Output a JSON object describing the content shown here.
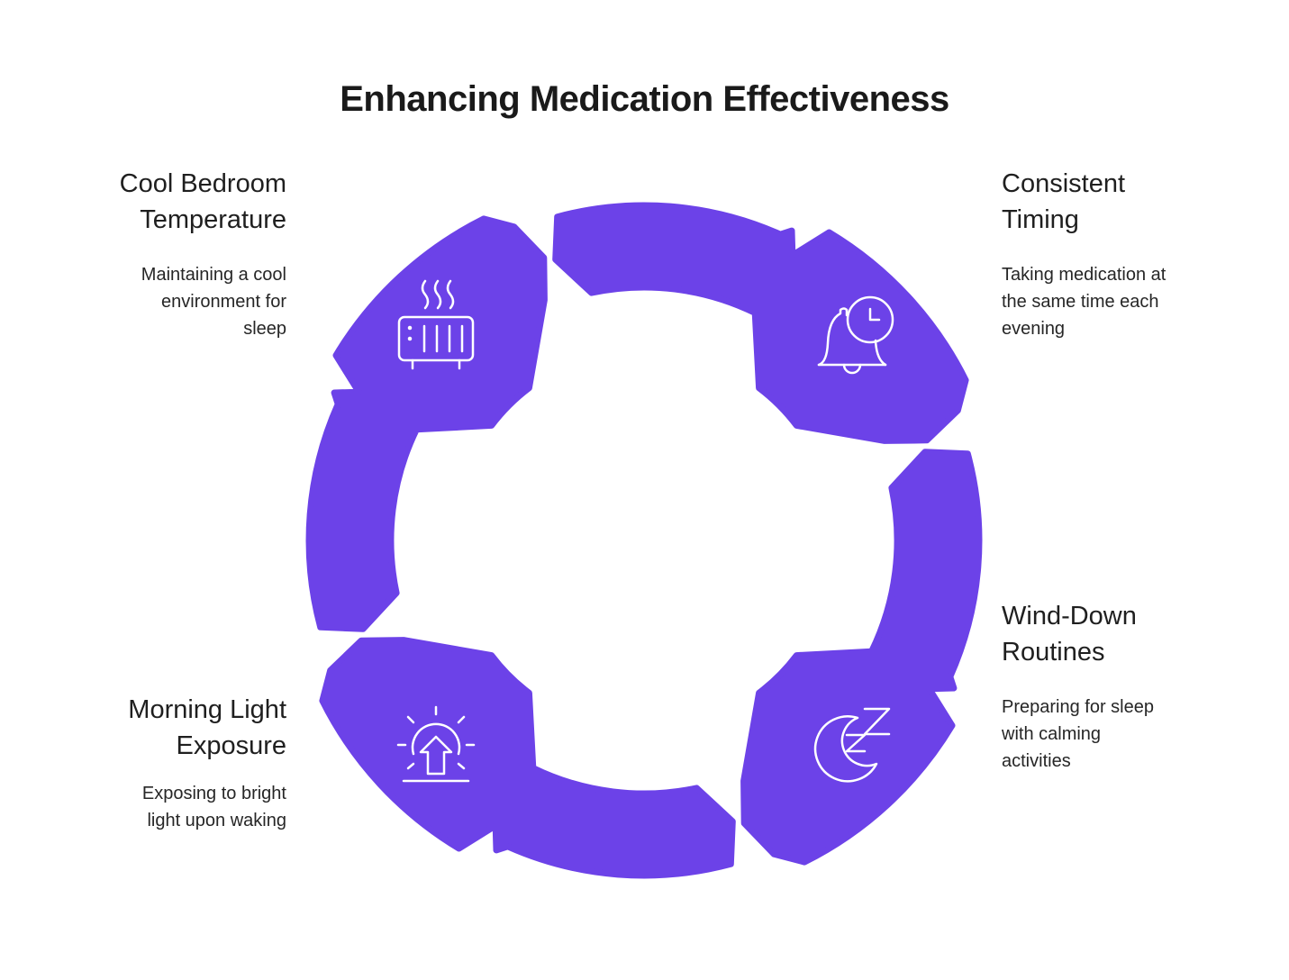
{
  "title": "Enhancing Medication Effectiveness",
  "colors": {
    "ring": "#6C42E8",
    "icon_stroke": "#FFFFFF",
    "title_text": "#1A1A1A",
    "heading_text": "#1F1F1F",
    "body_text": "#262626",
    "background": "#FFFFFF"
  },
  "diagram_type": "four-step circular cycle with arrow segments",
  "items": [
    {
      "position": "top-left",
      "heading": "Cool Bedroom\nTemperature",
      "description": "Maintaining a cool\nenvironment for\nsleep",
      "icon": "heater-icon"
    },
    {
      "position": "top-right",
      "heading": "Consistent\nTiming",
      "description": "Taking medication at\nthe same time each\nevening",
      "icon": "bell-clock-icon"
    },
    {
      "position": "bottom-right",
      "heading": "Wind-Down\nRoutines",
      "description": "Preparing for sleep\nwith calming\nactivities",
      "icon": "moon-zzz-icon"
    },
    {
      "position": "bottom-left",
      "heading": "Morning Light\nExposure",
      "description": "Exposing to bright\nlight upon waking",
      "icon": "sunrise-arrow-icon"
    }
  ]
}
